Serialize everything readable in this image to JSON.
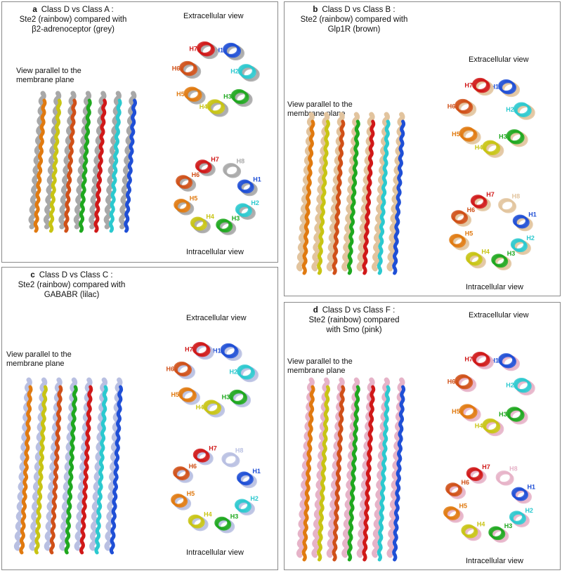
{
  "panels": [
    {
      "letter": "a",
      "title_lines": [
        "Class D vs Class A :",
        "Ste2 (rainbow) compared with",
        "β2-adrenoceptor (grey)"
      ],
      "comparison_color": "#a8a8a8",
      "side_view_label": [
        "View parallel to the",
        "membrane plane"
      ],
      "extracellular_label": "Extracellular view",
      "intracellular_label": "Intracellular view"
    },
    {
      "letter": "b",
      "title_lines": [
        "Class D vs Class B :",
        "Ste2 (rainbow) compared with",
        "Glp1R (brown)"
      ],
      "comparison_color": "#e2c49e",
      "side_view_label": [
        "View parallel to the",
        "membrane plane"
      ],
      "extracellular_label": "Extracellular view",
      "intracellular_label": "Intracellular view"
    },
    {
      "letter": "c",
      "title_lines": [
        "Class D vs Class C :",
        "Ste2 (rainbow) compared with",
        "GABABR (lilac)"
      ],
      "comparison_color": "#b9c0e2",
      "side_view_label": [
        "View parallel to the",
        "membrane plane"
      ],
      "extracellular_label": "Extracellular view",
      "intracellular_label": "Intracellular view"
    },
    {
      "letter": "d",
      "title_lines": [
        "Class D vs Class F :",
        "Ste2 (rainbow) compared",
        "with Smo (pink)"
      ],
      "comparison_color": "#e6b3c8",
      "side_view_label": [
        "View parallel to the",
        "membrane plane"
      ],
      "extracellular_label": "Extracellular view",
      "intracellular_label": "Intracellular view"
    }
  ],
  "helix_labels": [
    "H1",
    "H2",
    "H3",
    "H4",
    "H5",
    "H6",
    "H7",
    "H8"
  ],
  "helix_colors": {
    "H1": "#1f4fd6",
    "H2": "#2bc9cf",
    "H3": "#1fa81f",
    "H4": "#c8c414",
    "H5": "#e07a10",
    "H6": "#d05018",
    "H7": "#d01818",
    "H8": "#a0a0a0"
  }
}
